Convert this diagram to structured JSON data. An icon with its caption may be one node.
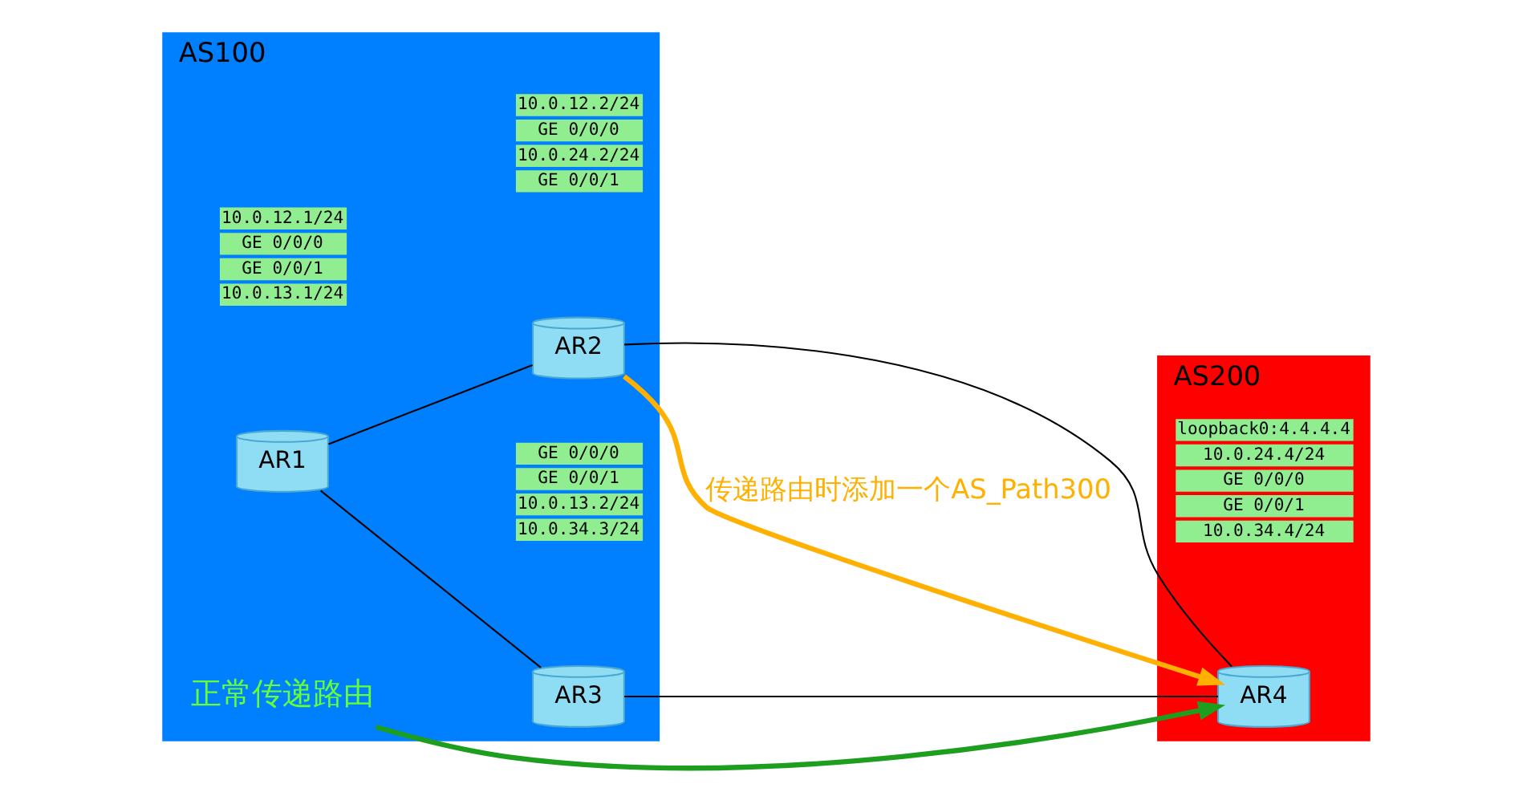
{
  "diagram": {
    "nodes": [
      {
        "text": [
          "AS100"
        ]
      },
      {
        "text": [
          "AS200"
        ]
      },
      {
        "text": [
          "AR1"
        ],
        "in": 0,
        "beside": [
          "10.0.12.1/24",
          "GE 0/0/0",
          "GE 0/0/1",
          "10.0.13.1/24"
        ]
      },
      {
        "text": [
          "AR2"
        ],
        "in": 0,
        "beside": [
          "10.0.12.2/24",
          "GE 0/0/0",
          "10.0.24.2/24",
          "GE 0/0/1"
        ]
      },
      {
        "text": [
          "AR3"
        ],
        "in": 0,
        "beside": [
          "GE 0/0/0",
          "GE 0/0/1",
          "10.0.13.2/24",
          "10.0.34.3/24"
        ]
      },
      {
        "text": [
          "AR4"
        ],
        "in": 1,
        "beside": [
          "loopback0:4.4.4.4",
          "10.0.24.4/24",
          "GE 0/0/0",
          "GE 0/0/1",
          "10.0.34.4/24"
        ]
      },
      {
        "text": [
          "正常传递路由"
        ],
        "in": 0
      }
    ],
    "edges": [
      {
        "from": 2,
        "to": 3,
        "arrow": "none"
      },
      {
        "from": 2,
        "to": 4,
        "arrow": "none"
      },
      {
        "from": 3,
        "to": 5,
        "arrow": "none"
      },
      {
        "from": 4,
        "to": 5,
        "arrow": "none"
      },
      {
        "from": 3,
        "to": 5,
        "arrow": "to",
        "label": "传递路由时添加一个AS_Path300",
        "style": "thick",
        "color": "#ffb000"
      },
      {
        "from": 6,
        "to": 5,
        "arrow": "to",
        "style": "thick",
        "color": "#1e9e1e"
      }
    ]
  }
}
